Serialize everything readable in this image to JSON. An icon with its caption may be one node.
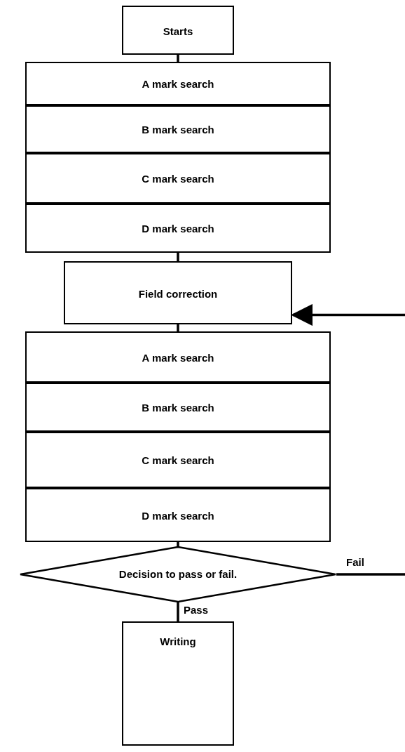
{
  "diagram": {
    "nodes": [
      {
        "text": [
          "Starts"
        ]
      },
      {
        "text": [
          "A mark search"
        ]
      },
      {
        "text": [
          "B mark search"
        ]
      },
      {
        "text": [
          "C mark search"
        ]
      },
      {
        "text": [
          "D mark search"
        ]
      },
      {
        "text": [
          "Field correction"
        ]
      },
      {
        "text": [
          "A mark search"
        ]
      },
      {
        "text": [
          "B mark search"
        ]
      },
      {
        "text": [
          "C mark search"
        ]
      },
      {
        "text": [
          "D mark search"
        ]
      },
      {
        "text": [
          "Decision to pass or fail."
        ]
      },
      {
        "text": [
          "Writing"
        ]
      }
    ],
    "edges": [
      {
        "from": 0,
        "to": 1,
        "arrow": "none"
      },
      {
        "from": 4,
        "to": 5,
        "arrow": "none"
      },
      {
        "from": 5,
        "to": 6,
        "arrow": "none"
      },
      {
        "from": 9,
        "to": 10,
        "arrow": "none"
      },
      {
        "from": 10,
        "to": 11,
        "arrow": "none",
        "label": "Pass"
      },
      {
        "from": 10,
        "to": null,
        "arrow": "none",
        "label": "Fail"
      },
      {
        "from": null,
        "to": 5,
        "arrow": "to"
      }
    ]
  }
}
